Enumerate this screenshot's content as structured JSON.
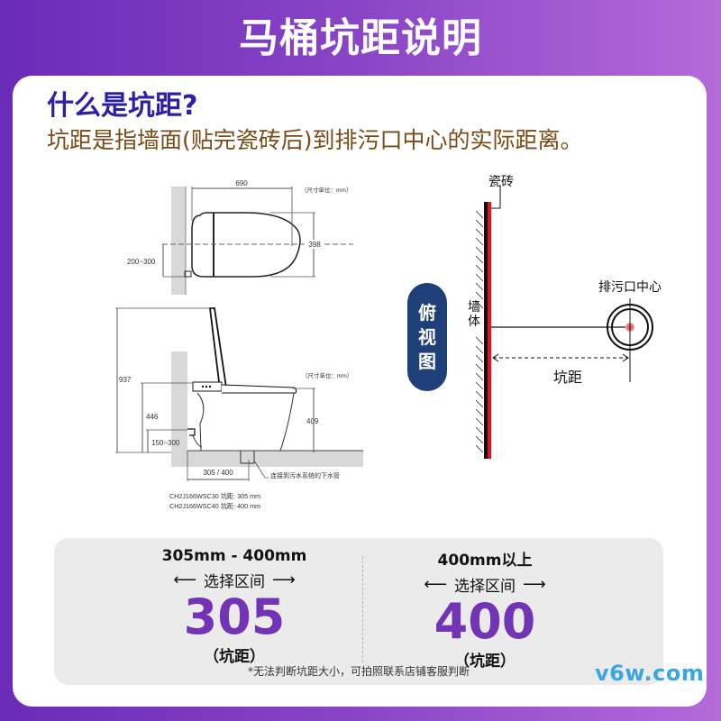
{
  "header": {
    "title": "马桶坑距说明"
  },
  "intro": {
    "question": "什么是坑距?",
    "definition": "坑距是指墙面(贴完瓷砖后)到排污口中心的实际距离。"
  },
  "technical_drawing": {
    "plan_view": {
      "length": "690",
      "width": "398",
      "offset": "200~300",
      "unit_note": "（尺寸单位：mm）"
    },
    "side_view": {
      "total_height": "937",
      "seat_height": "446",
      "inlet_height": "150~300",
      "bowl_height": "409",
      "rough_in": "305 / 400",
      "drain_label": "连接到污水系统的下水管",
      "unit_note": "（尺寸单位：mm）"
    },
    "models": [
      "CH2J166WSC30 坑距: 305 mm",
      "CH2J166WSC40 坑距: 400 mm"
    ]
  },
  "top_view": {
    "badge": [
      "俯",
      "视",
      "图"
    ],
    "tile_label": "瓷砖",
    "wall_label": [
      "墙",
      "体"
    ],
    "drain_center_label": "排污口中心",
    "distance_label": "坑距",
    "colors": {
      "tile": "#e0141c",
      "wall": "#111111",
      "badge": "#1e3f78"
    }
  },
  "selection": {
    "options": [
      {
        "range": "305mm - 400mm",
        "select_label": "选择区间",
        "value": "305",
        "unit": "（坑距）"
      },
      {
        "range": "400mm以上",
        "select_label": "选择区间",
        "value": "400",
        "unit": "（坑距）"
      }
    ],
    "arrow_left": "⟵",
    "arrow_right": "⟶",
    "note": "*无法判断坑距大小，可拍照联系店铺客服判断",
    "accent": "#7234b4"
  },
  "watermark": "v6w.com"
}
